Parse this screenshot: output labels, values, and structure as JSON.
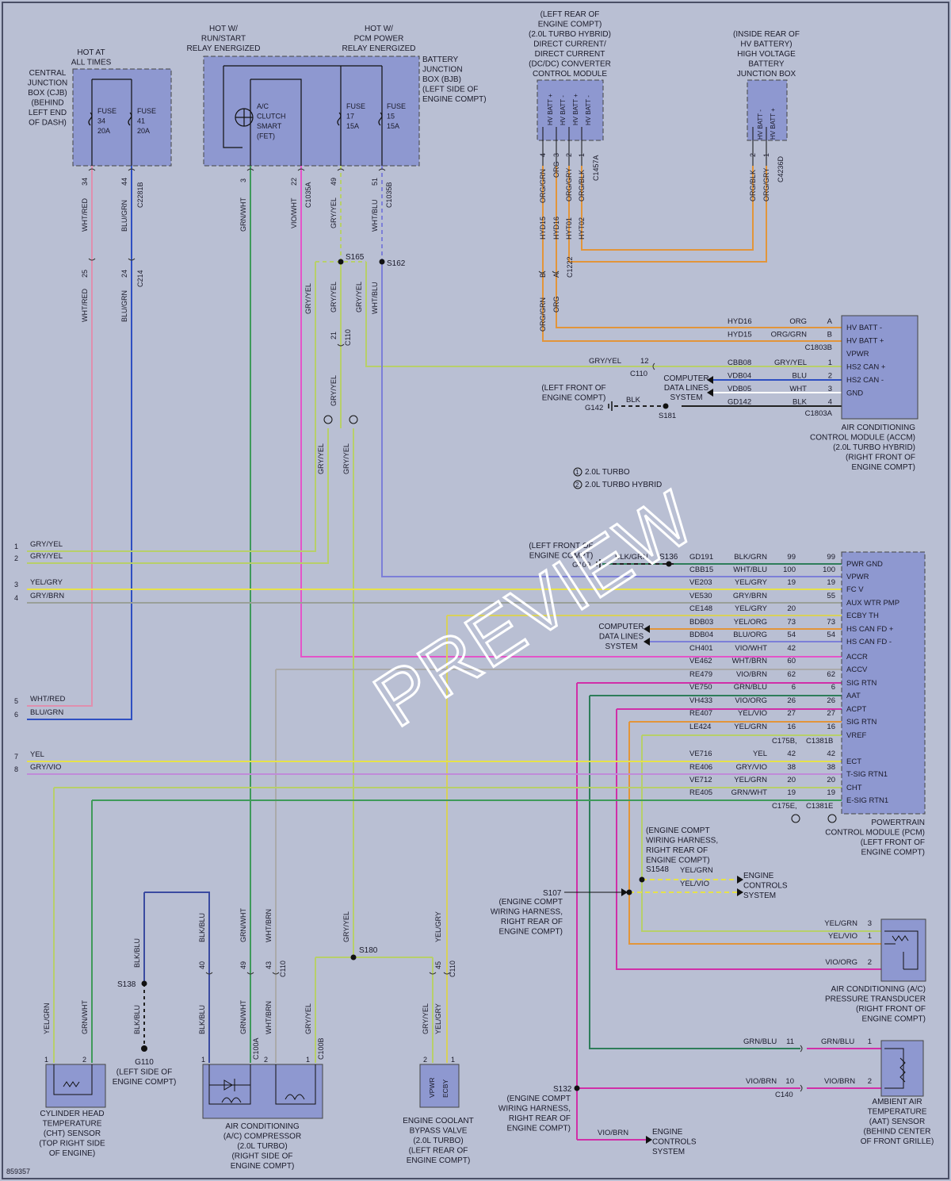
{
  "diagram_id": "859357",
  "watermark": "PREVIEW",
  "colors": {
    "background": "#b9bfd3",
    "module_fill": "#8e98d0",
    "pink": "#e08fae",
    "blue": "#2e4fc2",
    "green": "#3f9a5a",
    "violet_white": "#e454c9",
    "grey_yellow": "#b7cf6a",
    "white_blue": "#7c7fd8",
    "orange": "#e2953a",
    "yellow": "#e6e24a",
    "grey_brown": "#9aa098",
    "violet_brown": "#d02fa8",
    "black": "#222222",
    "green_blue": "#2e7d5a"
  },
  "top": {
    "hot_at_all_times": [
      "HOT AT",
      "ALL TIMES"
    ],
    "hot_run": [
      "HOT W/",
      "RUN/START",
      "RELAY ENERGIZED"
    ],
    "hot_pcm": [
      "HOT W/",
      "PCM POWER",
      "RELAY ENERGIZED"
    ],
    "cjb": [
      "CENTRAL",
      "JUNCTION",
      "BOX (CJB)",
      "(BEHIND",
      "LEFT END",
      "OF DASH)"
    ],
    "bjb": [
      "BATTERY",
      "JUNCTION",
      "BOX (BJB)",
      "(LEFT SIDE OF",
      "ENGINE COMPT)"
    ],
    "fuse34": [
      "FUSE",
      "34",
      "20A"
    ],
    "fuse41": [
      "FUSE",
      "41",
      "20A"
    ],
    "fuse17": [
      "FUSE",
      "17",
      "15A"
    ],
    "fuse15": [
      "FUSE",
      "15",
      "15A"
    ],
    "ac_clutch": [
      "A/C",
      "CLUTCH",
      "SMART",
      "(FET)"
    ],
    "dcdc": [
      "(LEFT REAR OF",
      "ENGINE COMPT)",
      "(2.0L TURBO HYBRID)",
      "DIRECT CURRENT/",
      "DIRECT CURRENT",
      "(DC/DC) CONVERTER",
      "CONTROL MODULE"
    ],
    "hvjb": [
      "(INSIDE REAR OF",
      "HV BATTERY)",
      "HIGH VOLTAGE",
      "BATTERY",
      "JUNCTION BOX"
    ],
    "dcdc_pins": [
      "HV BATT +",
      "HV BATT -",
      "HV BATT +",
      "HV BATT -"
    ],
    "hvjb_pins": [
      "HV BATT -",
      "HV BATT +"
    ]
  },
  "vertical_labels": {
    "p34": "34",
    "wht_red": "WHT/RED",
    "p44": "44",
    "blu_grn": "BLU/GRN",
    "c2281b": "C2281B",
    "p25": "25",
    "wht_red2": "WHT/RED",
    "p24": "24",
    "blu_grn2": "BLU/GRN",
    "c214": "C214",
    "p3": "3",
    "grn_wht": "GRN/WHT",
    "p22": "22",
    "vio_wht": "VIO/WHT",
    "c1035a": "C1035A",
    "p49": "49",
    "gry_yel": "GRY/YEL",
    "p51": "51",
    "wht_blu": "WHT/BLU",
    "c1035b": "C1035B",
    "gry_yel_a": "GRY/YEL",
    "gry_yel_b": "GRY/YEL",
    "gry_yel_c": "GRY/YEL",
    "wht_blu2": "WHT/BLU",
    "p21": "21",
    "c110": "C110",
    "gry_yel_d": "GRY/YEL",
    "gry_yel_e": "GRY/YEL",
    "gry_yel_f": "GRY/YEL",
    "d_org_grn": "ORG/GRN",
    "d_org": "ORG",
    "d_org_gry": "ORG/GRY",
    "d_org_blk": "ORG/BLK",
    "c1457a": "C1457A",
    "d4": "4",
    "d3": "3",
    "d2": "2",
    "d1": "1",
    "hyd15": "HYD15",
    "hyd16": "HYD16",
    "hyt01": "HYT01",
    "hyt02": "HYT02",
    "c1222": "C1222",
    "b_pin": "B",
    "a_pin": "A",
    "org_grn2": "ORG/GRN",
    "org2": "ORG",
    "hv_org_blk": "ORG/BLK",
    "hv_org_gry": "ORG/GRY",
    "c4236d": "C4236D",
    "hv2": "2",
    "hv1": "1",
    "cht_yel_grn": "YEL/GRN",
    "cht_grn_wht": "GRN/WHT",
    "blk_blu": "BLK/BLU",
    "blk_blu2": "BLK/BLU",
    "blk_blu3": "BLK/BLU",
    "blk_blu4": "BLK/BLU",
    "grn_wht2": "GRN/WHT",
    "grn_wht3": "GRN/WHT",
    "wht_brn": "WHT/BRN",
    "wht_brn2": "WHT/BRN",
    "p40": "40",
    "p49b": "49",
    "p43": "43",
    "c110b": "C110",
    "gry_yel_g": "GRY/YEL",
    "gry_yel_h": "GRY/YEL",
    "yel_gry": "YEL/GRY",
    "yel_gry2": "YEL/GRY",
    "p45": "45",
    "c110c": "C110",
    "gry_yel_i": "GRY/YEL",
    "c100a": "C100A",
    "c100b": "C100B"
  },
  "accm": {
    "pins": [
      "HV BATT -",
      "HV BATT +",
      "VPWR",
      "HS2 CAN +",
      "HS2 CAN -",
      "GND"
    ],
    "rows": [
      {
        "circuit": "HYD16",
        "color": "ORG",
        "pin": "A"
      },
      {
        "circuit": "HYD15",
        "color": "ORG/GRN",
        "pin": "B"
      },
      {
        "circuit": "CBB08",
        "color": "GRY/YEL",
        "pin": "1"
      },
      {
        "circuit": "VDB04",
        "color": "BLU",
        "pin": "2"
      },
      {
        "circuit": "VDB05",
        "color": "WHT",
        "pin": "3"
      },
      {
        "circuit": "GD142",
        "color": "BLK",
        "pin": "4"
      }
    ],
    "c1803b": "C1803B",
    "c1803a": "C1803A",
    "gry_yel": "GRY/YEL",
    "p12": "12",
    "c110": "C110",
    "cdl": [
      "COMPUTER",
      "DATA LINES",
      "SYSTEM"
    ],
    "g142_loc": [
      "(LEFT FRONT OF",
      "ENGINE COMPT)"
    ],
    "g142": "G142",
    "blk": "BLK",
    "s181": "S181",
    "name": [
      "AIR CONDITIONING",
      "CONTROL MODULE (ACCM)",
      "(2.0L TURBO HYBRID)",
      "(RIGHT FRONT OF",
      "ENGINE COMPT)"
    ]
  },
  "legend": {
    "one": "1",
    "two": "2",
    "turbo": "2.0L TURBO",
    "hybrid": "2.0L TURBO HYBRID"
  },
  "splices": {
    "s165": "S165",
    "s162": "S162",
    "s136": "S136",
    "s180": "S180",
    "s138": "S138",
    "s107": "S107",
    "s132": "S132",
    "s1548": "S1548"
  },
  "pcm": {
    "pins": [
      "PWR GND",
      "VPWR",
      "FC V",
      "AUX WTR PMP",
      "ECBY TH",
      "HS CAN FD +",
      "HS CAN FD -",
      "ACCR",
      "ACCV",
      "SIG RTN",
      "AAT",
      "ACPT",
      "SIG RTN",
      "VREF",
      "",
      "ECT",
      "T-SIG RTN1",
      "CHT",
      "E-SIG RTN1"
    ],
    "rows": [
      {
        "circuit": "GD191",
        "color": "BLK/GRN",
        "p1": "99",
        "p2": "99"
      },
      {
        "circuit": "CBB15",
        "color": "WHT/BLU",
        "p1": "100",
        "p2": "100"
      },
      {
        "circuit": "VE203",
        "color": "YEL/GRY",
        "p1": "19",
        "p2": "19"
      },
      {
        "circuit": "VE530",
        "color": "GRY/BRN",
        "p1": "",
        "p2": "55"
      },
      {
        "circuit": "CE148",
        "color": "YEL/GRY",
        "p1": "20",
        "p2": ""
      },
      {
        "circuit": "BDB03",
        "color": "YEL/ORG",
        "p1": "73",
        "p2": "73"
      },
      {
        "circuit": "BDB04",
        "color": "BLU/ORG",
        "p1": "54",
        "p2": "54"
      },
      {
        "circuit": "CH401",
        "color": "VIO/WHT",
        "p1": "42",
        "p2": ""
      },
      {
        "circuit": "VE462",
        "color": "WHT/BRN",
        "p1": "60",
        "p2": ""
      },
      {
        "circuit": "RE479",
        "color": "VIO/BRN",
        "p1": "62",
        "p2": "62"
      },
      {
        "circuit": "VE750",
        "color": "GRN/BLU",
        "p1": "6",
        "p2": "6"
      },
      {
        "circuit": "VH433",
        "color": "VIO/ORG",
        "p1": "26",
        "p2": "26"
      },
      {
        "circuit": "RE407",
        "color": "YEL/VIO",
        "p1": "27",
        "p2": "27"
      },
      {
        "circuit": "LE424",
        "color": "YEL/GRN",
        "p1": "16",
        "p2": "16"
      },
      {
        "circuit": "VE716",
        "color": "YEL",
        "p1": "42",
        "p2": "42"
      },
      {
        "circuit": "RE406",
        "color": "GRY/VIO",
        "p1": "38",
        "p2": "38"
      },
      {
        "circuit": "VE712",
        "color": "YEL/GRN",
        "p1": "20",
        "p2": "20"
      },
      {
        "circuit": "RE405",
        "color": "GRN/WHT",
        "p1": "19",
        "p2": "19"
      }
    ],
    "c175b": "C175B,",
    "c1381b": "C1381B",
    "c175e": "C175E,",
    "c1381e": "C1381E",
    "g109_loc": [
      "(LEFT FRONT OF",
      "ENGINE COMPT)"
    ],
    "g109": "G109",
    "blk_grn": "BLK/GRN",
    "cdl": [
      "COMPUTER",
      "DATA LINES",
      "SYSTEM"
    ],
    "name": [
      "POWERTRAIN",
      "CONTROL MODULE (PCM)",
      "(LEFT FRONT OF",
      "ENGINE COMPT)"
    ]
  },
  "left_refs": [
    {
      "num": "1",
      "color": "GRY/YEL"
    },
    {
      "num": "2",
      "color": "GRY/YEL"
    },
    {
      "num": "3",
      "color": "YEL/GRY"
    },
    {
      "num": "4",
      "color": "GRY/BRN"
    },
    {
      "num": "5",
      "color": "WHT/RED"
    },
    {
      "num": "6",
      "color": "BLU/GRN"
    },
    {
      "num": "7",
      "color": "YEL"
    },
    {
      "num": "8",
      "color": "GRY/VIO"
    }
  ],
  "harness": {
    "desc": [
      "(ENGINE COMPT",
      "WIRING HARNESS,",
      "RIGHT REAR OF",
      "ENGINE COMPT)"
    ],
    "yel_grn": "YEL/GRN",
    "yel_vio": "YEL/VIO",
    "ecs": [
      "ENGINE",
      "CONTROLS",
      "SYSTEM"
    ],
    "s107_desc": [
      "(ENGINE COMPT",
      "WIRING HARNESS,",
      "RIGHT REAR OF",
      "ENGINE COMPT)"
    ],
    "s132_desc": [
      "(ENGINE COMPT",
      "WIRING HARNESS,",
      "RIGHT REAR OF",
      "ENGINE COMPT)"
    ],
    "vio_brn": "VIO/BRN",
    "ecs2": [
      "ENGINE",
      "CONTROLS",
      "SYSTEM"
    ]
  },
  "pressure": {
    "rows": [
      {
        "color": "YEL/GRN",
        "pin": "3"
      },
      {
        "color": "YEL/VIO",
        "pin": "1"
      },
      {
        "color": "VIO/ORG",
        "pin": "2"
      }
    ],
    "name": [
      "AIR CONDITIONING (A/C)",
      "PRESSURE TRANSDUCER",
      "(RIGHT FRONT OF",
      "ENGINE COMPT)"
    ]
  },
  "aat": {
    "grn_blu": "GRN/BLU",
    "p11": "11",
    "grn_blu2": "GRN/BLU",
    "p1": "1",
    "vio_brn": "VIO/BRN",
    "p10": "10",
    "vio_brn2": "VIO/BRN",
    "p2": "2",
    "c140": "C140",
    "name": [
      "AMBIENT AIR",
      "TEMPERATURE",
      "(AAT) SENSOR",
      "(BEHIND CENTER",
      "OF FRONT GRILLE)"
    ]
  },
  "bottom": {
    "cht_name": [
      "CYLINDER HEAD",
      "TEMPERATURE",
      "(CHT) SENSOR",
      "(TOP RIGHT SIDE",
      "OF ENGINE)"
    ],
    "g110_name": [
      "G110",
      "(LEFT SIDE OF",
      "ENGINE COMPT)"
    ],
    "ac_comp_name": [
      "AIR CONDITIONING",
      "(A/C) COMPRESSOR",
      "(2.0L TURBO)",
      "(RIGHT SIDE OF",
      "ENGINE COMPT)"
    ],
    "valve_name": [
      "ENGINE COOLANT",
      "BYPASS VALVE",
      "(2.0L TURBO)",
      "(LEFT REAR OF",
      "ENGINE COMPT)"
    ],
    "valve_pins": [
      "VPWR",
      "ECBY"
    ],
    "pin1": "1",
    "pin2": "2"
  }
}
